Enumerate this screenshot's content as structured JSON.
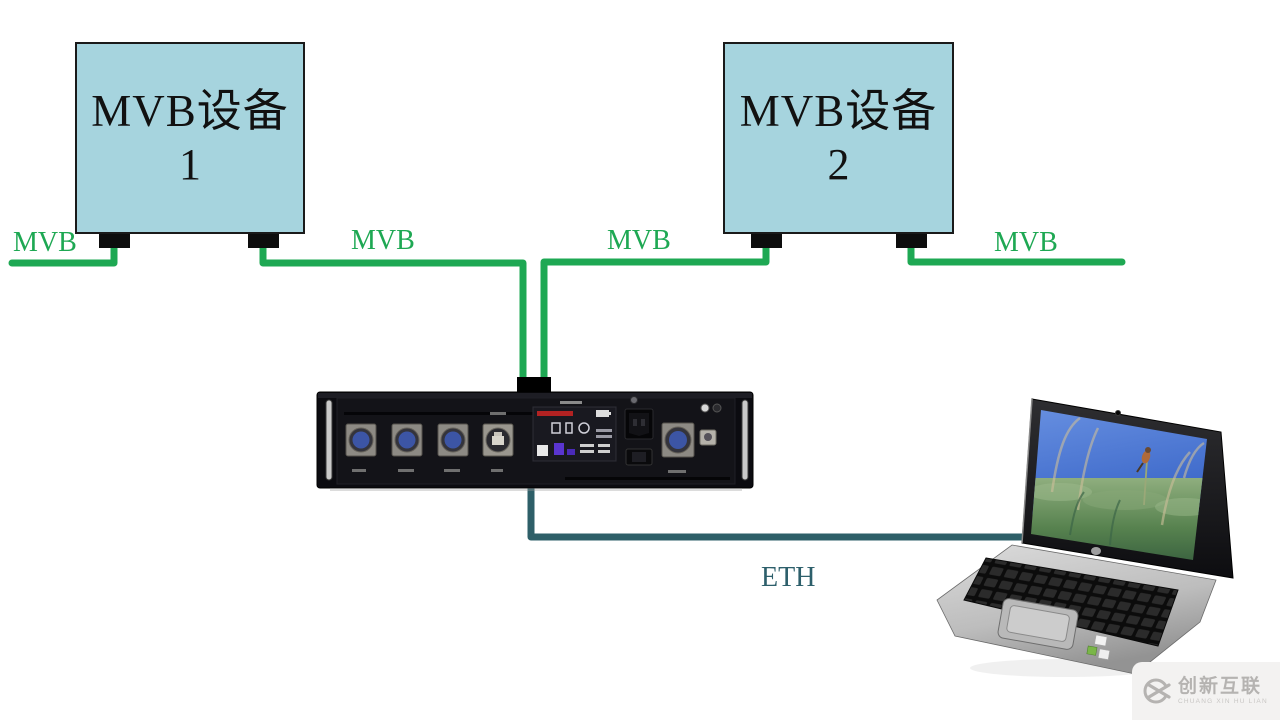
{
  "nodes": {
    "device1": {
      "title": "MVB设备",
      "number": "1"
    },
    "device2": {
      "title": "MVB设备",
      "number": "2"
    }
  },
  "labels": {
    "mvb1": "MVB",
    "mvb2": "MVB",
    "mvb3": "MVB",
    "mvb4": "MVB",
    "eth": "ETH"
  },
  "colors": {
    "mvb_line": "#1ea853",
    "eth_line": "#2e5f68",
    "node_fill": "#a6d4de",
    "node_border": "#1a1a1a"
  },
  "watermark": {
    "name": "创新互联",
    "subtitle": "CHUANG XIN HU LIAN"
  }
}
